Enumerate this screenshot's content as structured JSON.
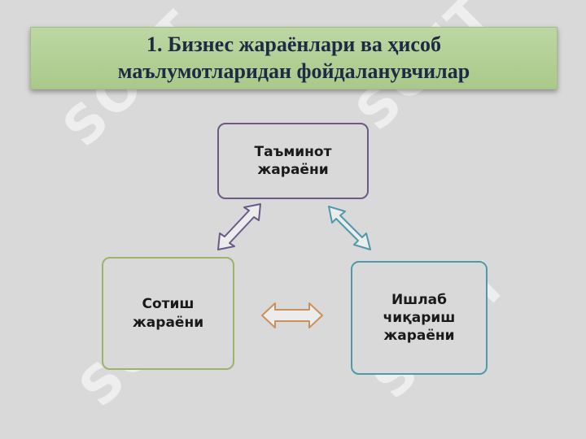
{
  "title": "1. Бизнес жараёнлари ва ҳисоб\nмаълумотларидан фойдаланувчилар",
  "watermark_text": "SOFT",
  "nodes": {
    "top": "Таъминот\nжараёни",
    "left": "Сотиш\nжараёни",
    "right": "Ишлаб\nчиқариш\nжараёни"
  },
  "colors": {
    "background": "#d9d9d9",
    "banner": "#b3d095",
    "top_border": "#6b5a86",
    "left_border": "#9bb46a",
    "right_border": "#4f9aa8",
    "arrow_left": "#6b5a86",
    "arrow_right": "#4f9aa8",
    "arrow_bottom": "#c8925a"
  }
}
